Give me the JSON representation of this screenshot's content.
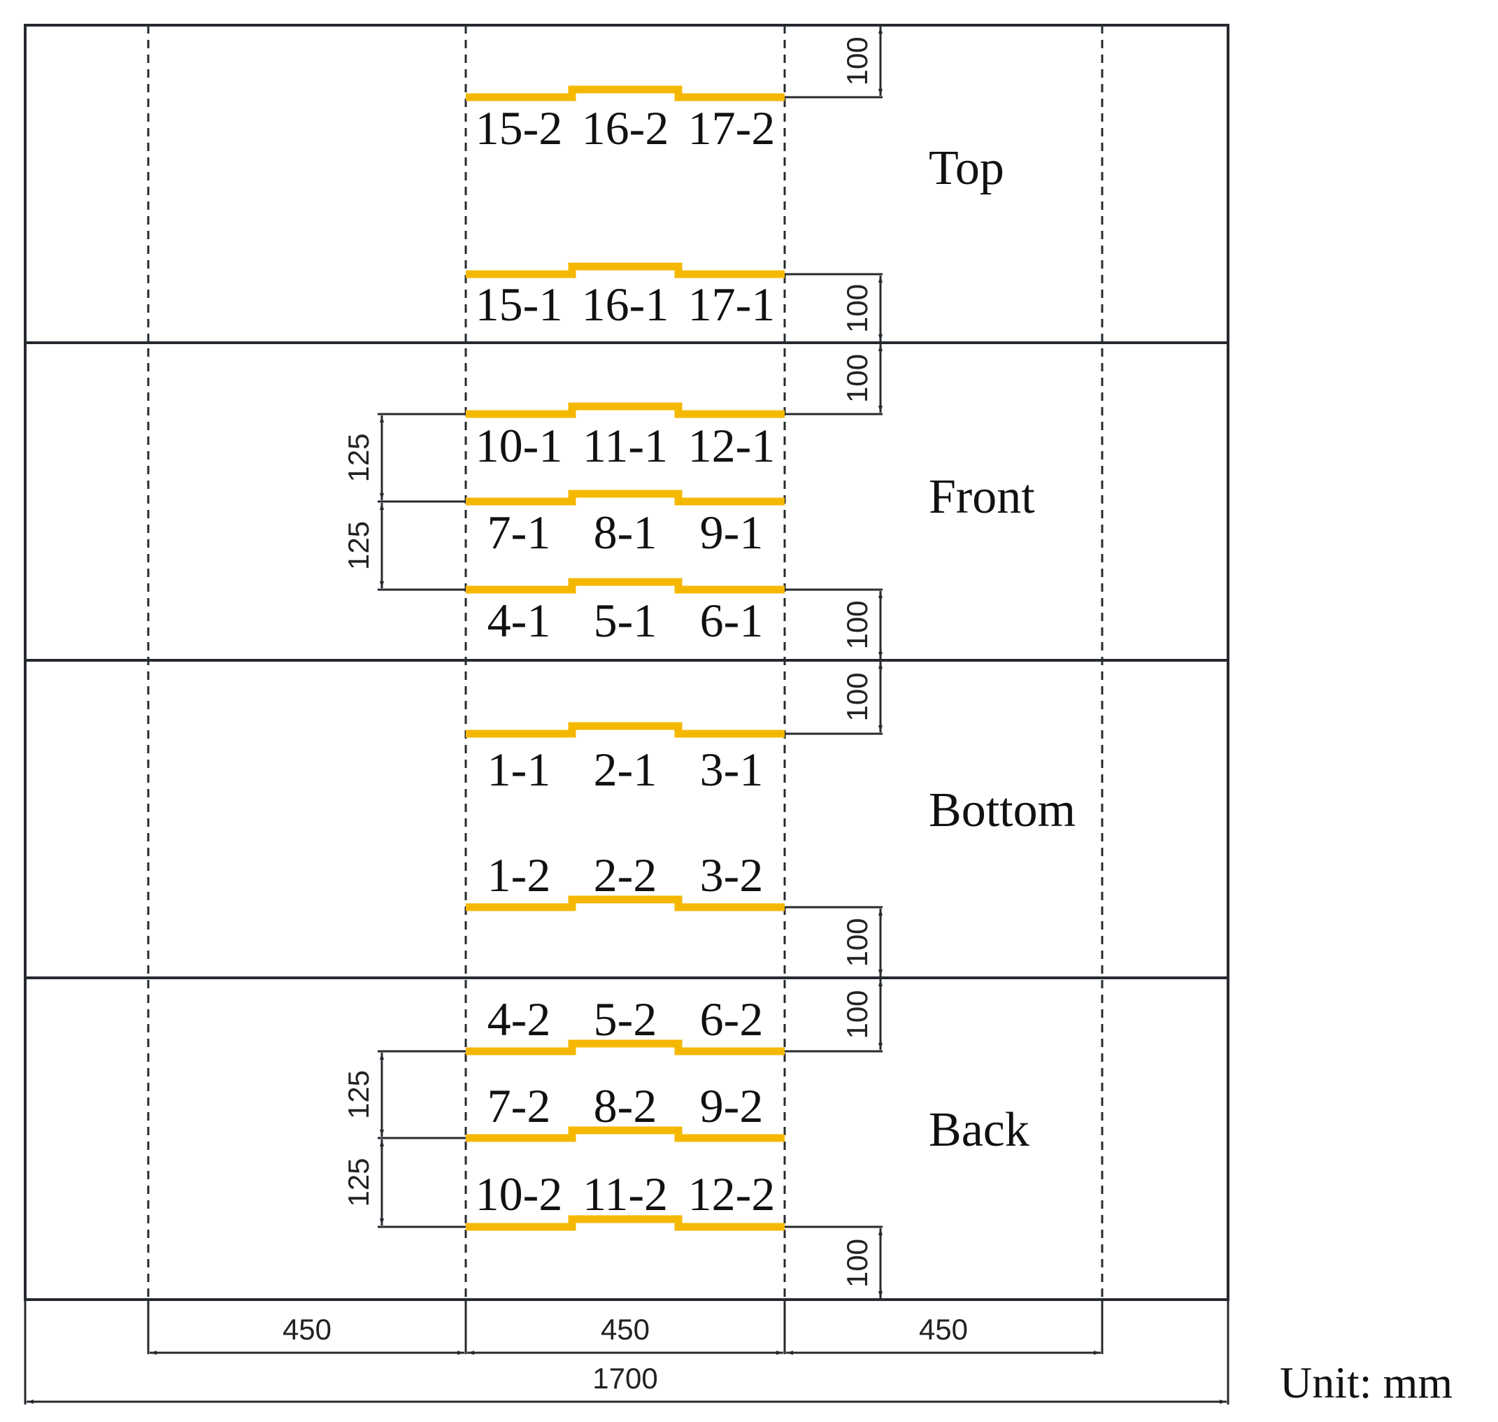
{
  "faces": {
    "top": "Top",
    "front": "Front",
    "bottom": "Bottom",
    "back": "Back"
  },
  "rows": {
    "top_2": [
      "15-2",
      "16-2",
      "17-2"
    ],
    "top_1": [
      "15-1",
      "16-1",
      "17-1"
    ],
    "front_3": [
      "10-1",
      "11-1",
      "12-1"
    ],
    "front_2": [
      "7-1",
      "8-1",
      "9-1"
    ],
    "front_1": [
      "4-1",
      "5-1",
      "6-1"
    ],
    "bottom_1": [
      "1-1",
      "2-1",
      "3-1"
    ],
    "bottom_2": [
      "1-2",
      "2-2",
      "3-2"
    ],
    "back_1": [
      "4-2",
      "5-2",
      "6-2"
    ],
    "back_2": [
      "7-2",
      "8-2",
      "9-2"
    ],
    "back_3": [
      "10-2",
      "11-2",
      "12-2"
    ]
  },
  "dimensions": {
    "edge_offset": "100",
    "row_spacing": "125",
    "column_width": "450",
    "total_width": "1700"
  },
  "unit": "Unit: mm",
  "colors": {
    "gauge": "#f5b800",
    "line": "#262a2f"
  }
}
